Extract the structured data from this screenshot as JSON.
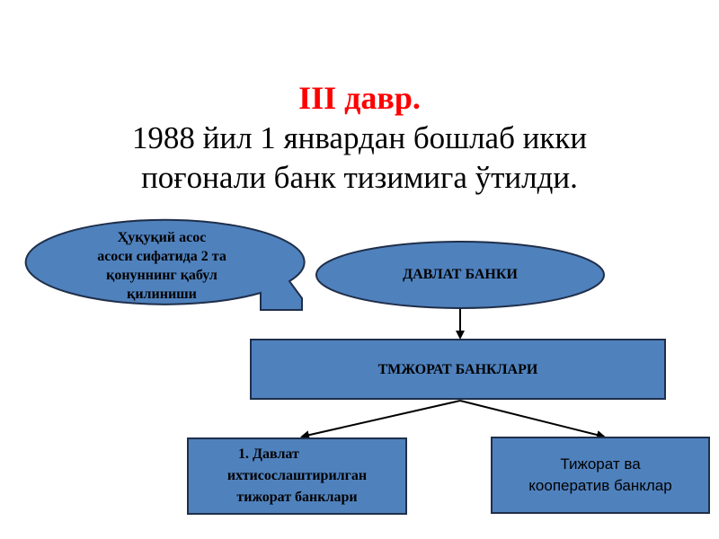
{
  "title": {
    "period": "III  давр.",
    "line1": "1988 йил 1 январдан бошлаб икки",
    "line2": "поғонали банк тизимига ўтилди."
  },
  "nodes": {
    "legal": {
      "line1": "Ҳуқуқий асос",
      "line2": "асоси сифатида 2 та",
      "line3": "қонуннинг қабул",
      "line4": "қилиниши"
    },
    "state_bank": "ДАВЛАТ БАНКИ",
    "commercial_banks": "ТМЖОРАТ БАНКЛАРИ",
    "specialized": {
      "line1": "1.  Давлат",
      "line2": "ихтисослаштирилган",
      "line3": "тижорат банклари"
    },
    "cooperative": {
      "line1": "Тижорат ва",
      "line2": "кооператив банклар"
    }
  },
  "colors": {
    "fill": "#4f81bd",
    "stroke": "#1f2f4a",
    "title_red": "#ff0000"
  }
}
